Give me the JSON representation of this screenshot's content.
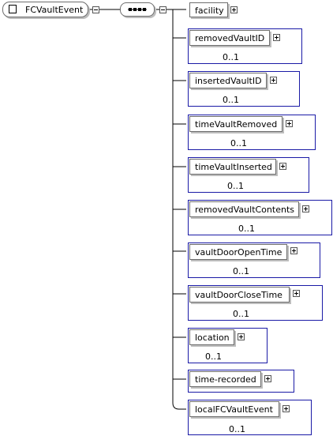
{
  "root": {
    "label": "FCVaultEvent",
    "icon": "document-icon"
  },
  "sequence": {
    "icon": "sequence-compositor-icon"
  },
  "colors": {
    "occurrence_border": "#1a1aa6",
    "element_border": "#6e6e6e",
    "connector": "#000000"
  },
  "elements": [
    {
      "label": "facility",
      "occurrence": ""
    },
    {
      "label": "removedVaultID",
      "occurrence": "0..1"
    },
    {
      "label": "insertedVaultID",
      "occurrence": "0..1"
    },
    {
      "label": "timeVaultRemoved",
      "occurrence": "0..1"
    },
    {
      "label": "timeVaultInserted",
      "occurrence": "0..1"
    },
    {
      "label": "removedVaultContents",
      "occurrence": "0..1"
    },
    {
      "label": "vaultDoorOpenTime",
      "occurrence": "0..1"
    },
    {
      "label": "vaultDoorCloseTime",
      "occurrence": "0..1"
    },
    {
      "label": "location",
      "occurrence": "0..1"
    },
    {
      "label": "time-recorded",
      "occurrence": ""
    },
    {
      "label": "localFCVaultEvent",
      "occurrence": "0..1"
    }
  ]
}
